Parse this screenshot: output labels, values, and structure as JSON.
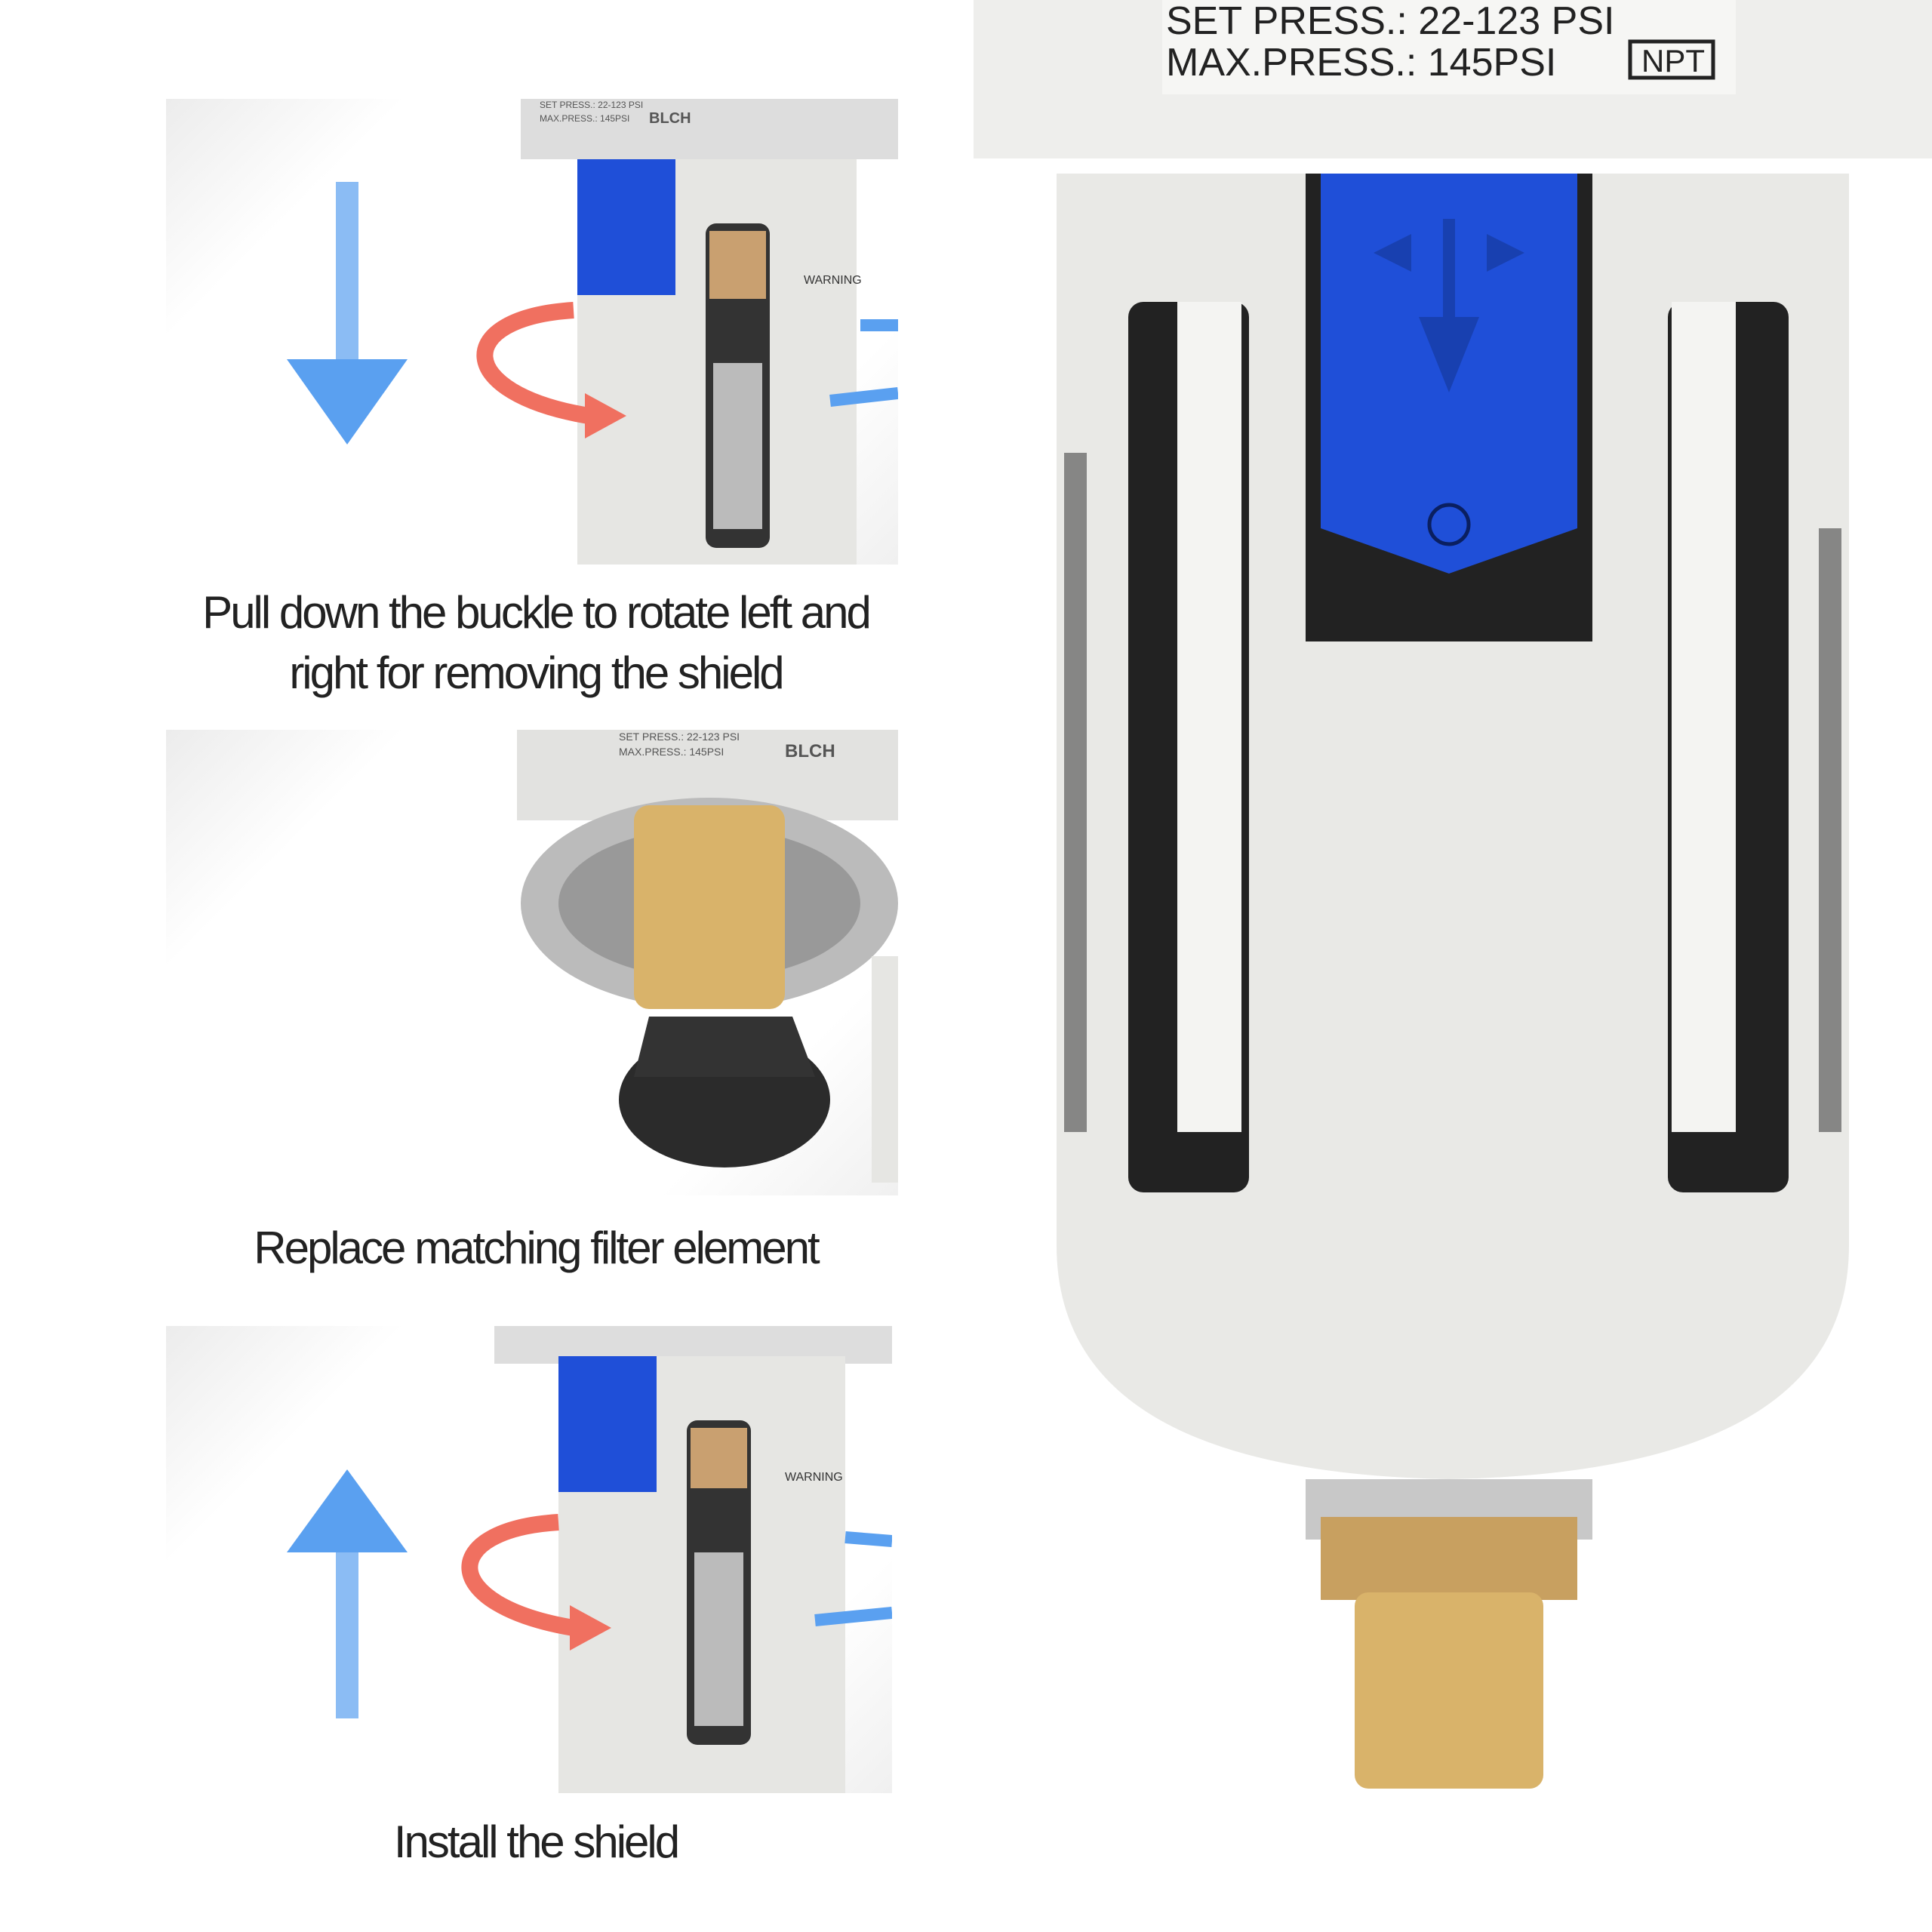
{
  "steps": [
    {
      "caption_line1": "Pull down the buckle to rotate left and",
      "caption_line2": "right for removing the shield",
      "arrow": "down-arrow"
    },
    {
      "caption_line1": "Replace matching filter element"
    },
    {
      "caption_line1": "Install the shield",
      "arrow": "up-arrow"
    }
  ],
  "product_labels": {
    "set_press": "SET PRESS.: 22-123 PSI",
    "max_press": "MAX.PRESS.: 145PSI",
    "thread": "NPT",
    "brand": "BLCH",
    "warning": "WARNING"
  },
  "colors": {
    "buckle_blue": "#1f4fd8",
    "arrow_blue": "#5aa0f0",
    "arrow_red": "#f07060",
    "brass": "#d9b36a",
    "body": "#e9e9e6"
  }
}
